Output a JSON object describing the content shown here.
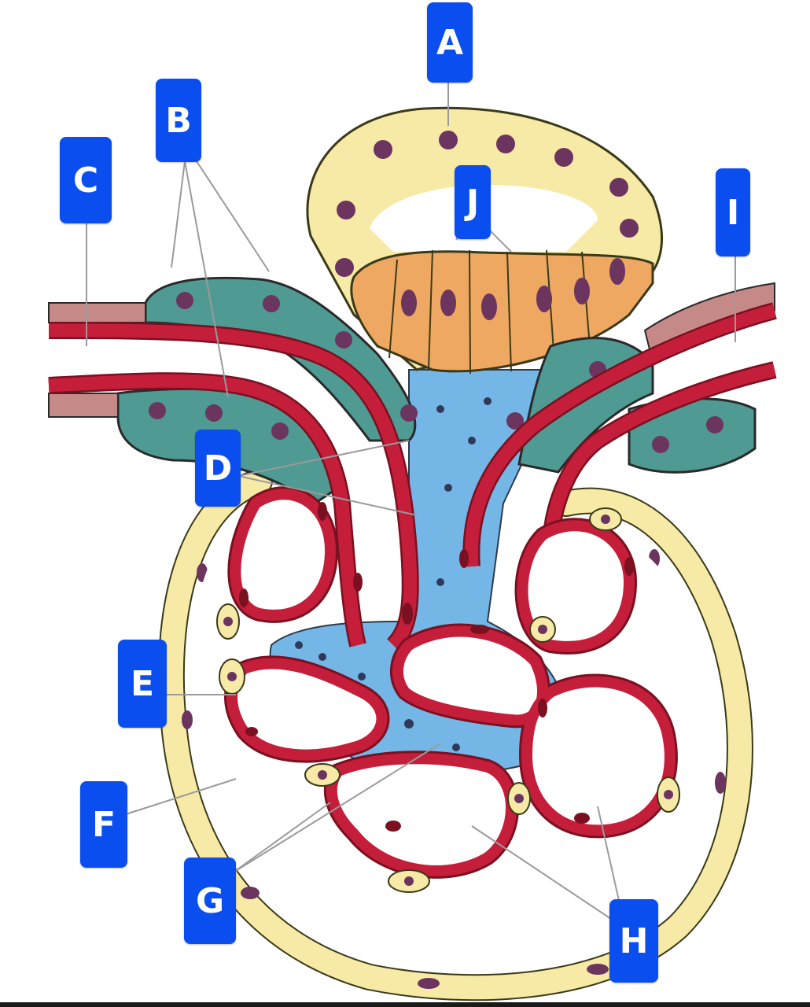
{
  "diagram": {
    "labels": [
      "A",
      "B",
      "C",
      "D",
      "E",
      "F",
      "G",
      "H",
      "I",
      "J"
    ]
  },
  "colors": {
    "label_bg": "#0a4ef0",
    "label_text": "#ffffff",
    "capillary_wall": "#c41e3a",
    "capillary_wall_dark": "#7a1020",
    "nucleus": "#6b3560",
    "bowman_capsule": "#f7eaa6",
    "macula_densa": "#eea861",
    "mesangium": "#74b6e6",
    "juxtaglomerular_cells": "#4f9a92",
    "arteriole_cells": "#c58a88"
  }
}
